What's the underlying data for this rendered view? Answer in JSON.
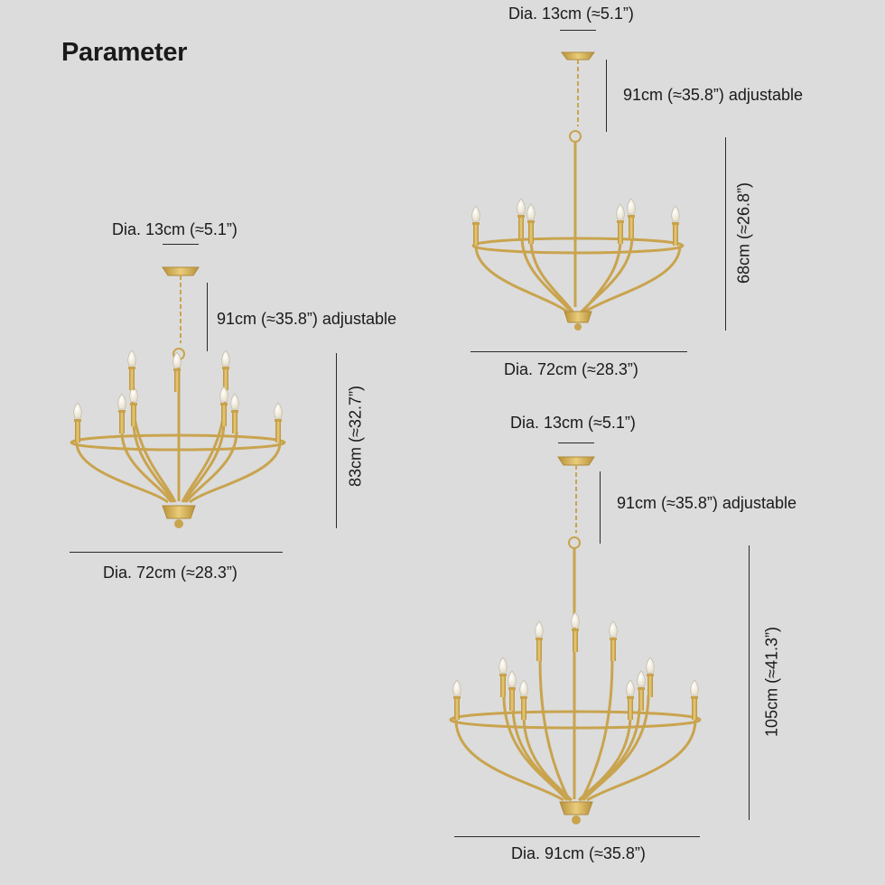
{
  "title": "Parameter",
  "lamp_top": {
    "canopy_dia": "Dia. 13cm (≈5.1”)",
    "chain": "91cm (≈35.8”) adjustable",
    "height": "68cm (≈26.8”)",
    "dia": "Dia. 72cm (≈28.3”)"
  },
  "lamp_left": {
    "canopy_dia": "Dia. 13cm (≈5.1”)",
    "chain": "91cm (≈35.8”) adjustable",
    "height": "83cm (≈32.7”)",
    "dia": "Dia. 72cm (≈28.3”)"
  },
  "lamp_bottom": {
    "canopy_dia": "Dia. 13cm (≈5.1”)",
    "chain": "91cm (≈35.8”) adjustable",
    "height": "105cm (≈41.3”)",
    "dia": "Dia. 91cm (≈35.8”)"
  },
  "colors": {
    "background": "#dcdcdc",
    "brass": "#d2ad55",
    "line": "#2a2a2a"
  }
}
